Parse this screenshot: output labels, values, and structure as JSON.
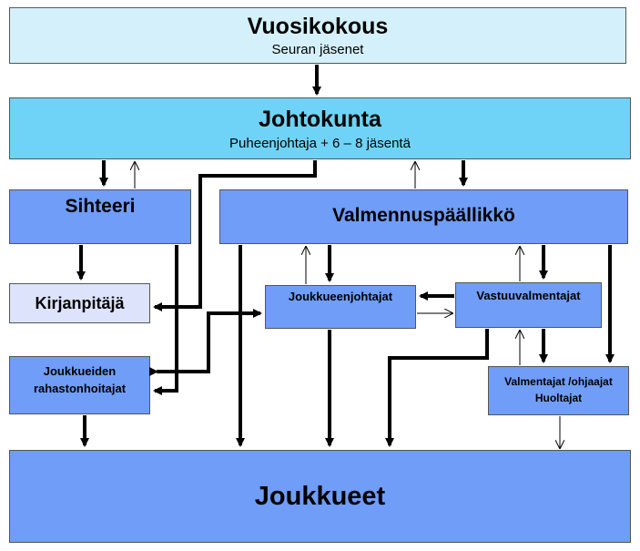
{
  "nodes": {
    "vuosikokous": {
      "title": "Vuosikokous",
      "subtitle": "Seuran jäsenet"
    },
    "johtokunta": {
      "title": "Johtokunta",
      "subtitle": "Puheenjohtaja + 6 – 8 jäsentä"
    },
    "sihteeri": {
      "title": "Sihteeri"
    },
    "valmennuspaallikko": {
      "title": "Valmennuspäällikkö"
    },
    "kirjanpitaja": {
      "title": "Kirjanpitäjä"
    },
    "joukkueenjohtajat": {
      "title": "Joukkueenjohtajat"
    },
    "vastuuvalmentajat": {
      "title": "Vastuuvalmentajat"
    },
    "rahastonhoitajat": {
      "line1": "Joukkueiden",
      "line2": "rahastonhoitajat"
    },
    "valmentajat": {
      "line1": "Valmentajat /ohjaajat",
      "line2": "Huoltajat"
    },
    "joukkueet": {
      "title": "Joukkueet"
    }
  },
  "colors": {
    "light_cyan": "#d4f1fb",
    "cyan": "#6fd3f7",
    "blue": "#6f9df8",
    "pale_blue": "#dde3fb",
    "connector": "#000000"
  }
}
